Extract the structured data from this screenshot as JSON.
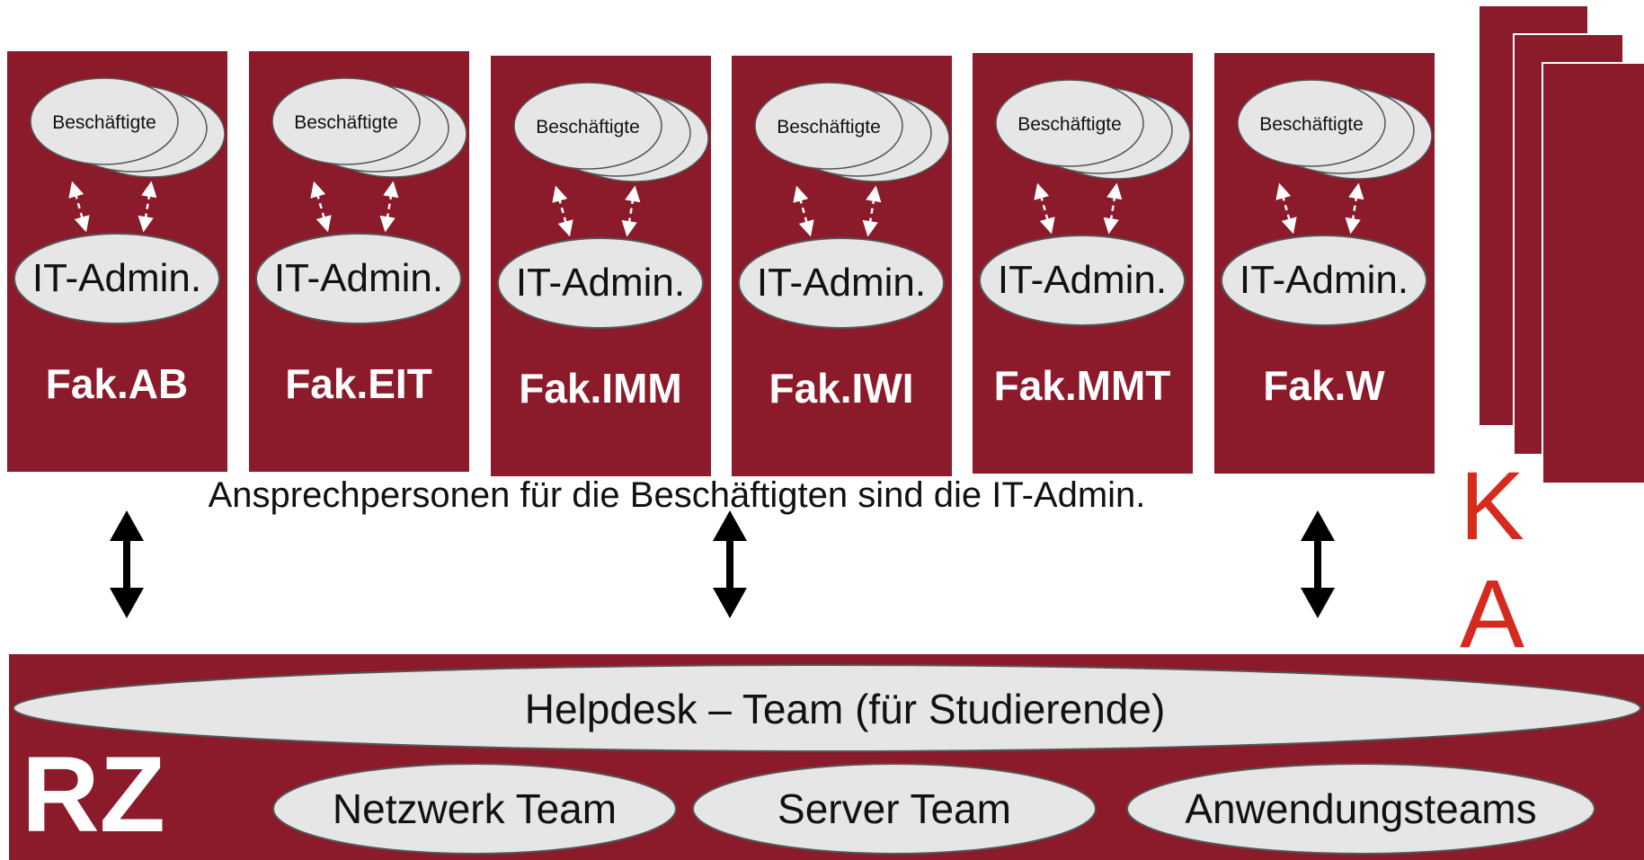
{
  "colors": {
    "faculty_red": "#8b1a2b",
    "ellipse_fill": "#e6e6e6",
    "ellipse_stroke": "#555555",
    "ka_red": "#d52b1e",
    "arrow": "#000000"
  },
  "faculties": [
    {
      "name": "Fak.AB",
      "employees_label": "Beschäftigte",
      "admin_label": "IT-Admin."
    },
    {
      "name": "Fak.EIT",
      "employees_label": "Beschäftigte",
      "admin_label": "IT-Admin."
    },
    {
      "name": "Fak.IMM",
      "employees_label": "Beschäftigte",
      "admin_label": "IT-Admin."
    },
    {
      "name": "Fak.IWI",
      "employees_label": "Beschäftigte",
      "admin_label": "IT-Admin."
    },
    {
      "name": "Fak.MMT",
      "employees_label": "Beschäftigte",
      "admin_label": "IT-Admin."
    },
    {
      "name": "Fak.W",
      "employees_label": "Beschäftigte",
      "admin_label": "IT-Admin."
    }
  ],
  "caption": "Ansprechpersonen für die Beschäftigten sind die IT-Admin.",
  "ka_letters": [
    "K",
    "A"
  ],
  "rz": {
    "label": "RZ",
    "helpdesk": "Helpdesk – Team (für Studierende)",
    "teams": [
      "Netzwerk Team",
      "Server Team",
      "Anwendungsteams"
    ]
  }
}
